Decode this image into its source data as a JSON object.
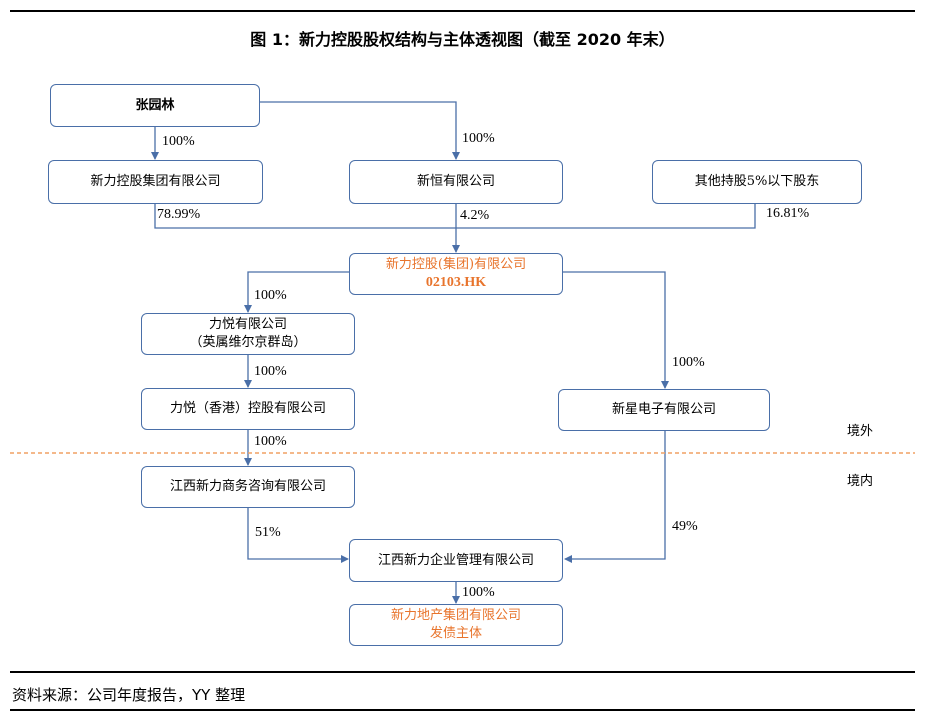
{
  "title": "图 1：新力控股股权结构与主体透视图（截至 2020 年末）",
  "nodes": {
    "zhang": "张园林",
    "xinli_group": "新力控股集团有限公司",
    "xinheng": "新恒有限公司",
    "others": "其他持股5%以下股东",
    "holding_name": "新力控股(集团)有限公司",
    "holding_code": "02103.HK",
    "liyue_bvi_1": "力悦有限公司",
    "liyue_bvi_2": "（英属维尔京群岛）",
    "liyue_hk": "力悦（香港）控股有限公司",
    "xinxing": "新星电子有限公司",
    "jiangxi_consult": "江西新力商务咨询有限公司",
    "jiangxi_mgmt": "江西新力企业管理有限公司",
    "property_1": "新力地产集团有限公司",
    "property_2": "发债主体"
  },
  "percentages": {
    "zhang_to_group": "100%",
    "zhang_to_xinheng": "100%",
    "group_to_holding": "78.99%",
    "xinheng_to_holding": "4.2%",
    "others_to_holding": "16.81%",
    "holding_to_liyue": "100%",
    "liyue_to_hk": "100%",
    "hk_to_consult": "100%",
    "holding_to_xinxing": "100%",
    "consult_to_mgmt": "51%",
    "xinxing_to_mgmt": "49%",
    "mgmt_to_property": "100%"
  },
  "regions": {
    "offshore": "境外",
    "onshore": "境内"
  },
  "source": "资料来源：公司年度报告，YY 整理",
  "colors": {
    "box_border": "#4a6fa8",
    "connector": "#4a6fa8",
    "highlight_text": "#e8742c",
    "boundary_line": "#f0a064"
  }
}
